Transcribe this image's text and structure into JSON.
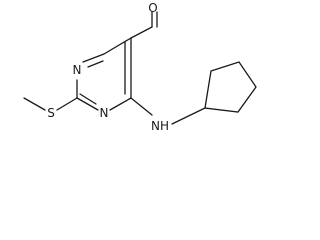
{
  "molecule": {
    "atoms": {
      "oxygen": "O",
      "ring_nitrogen_upper": "N",
      "ring_nitrogen_lower": "N",
      "sulfur": "S",
      "amine": "NH"
    }
  }
}
